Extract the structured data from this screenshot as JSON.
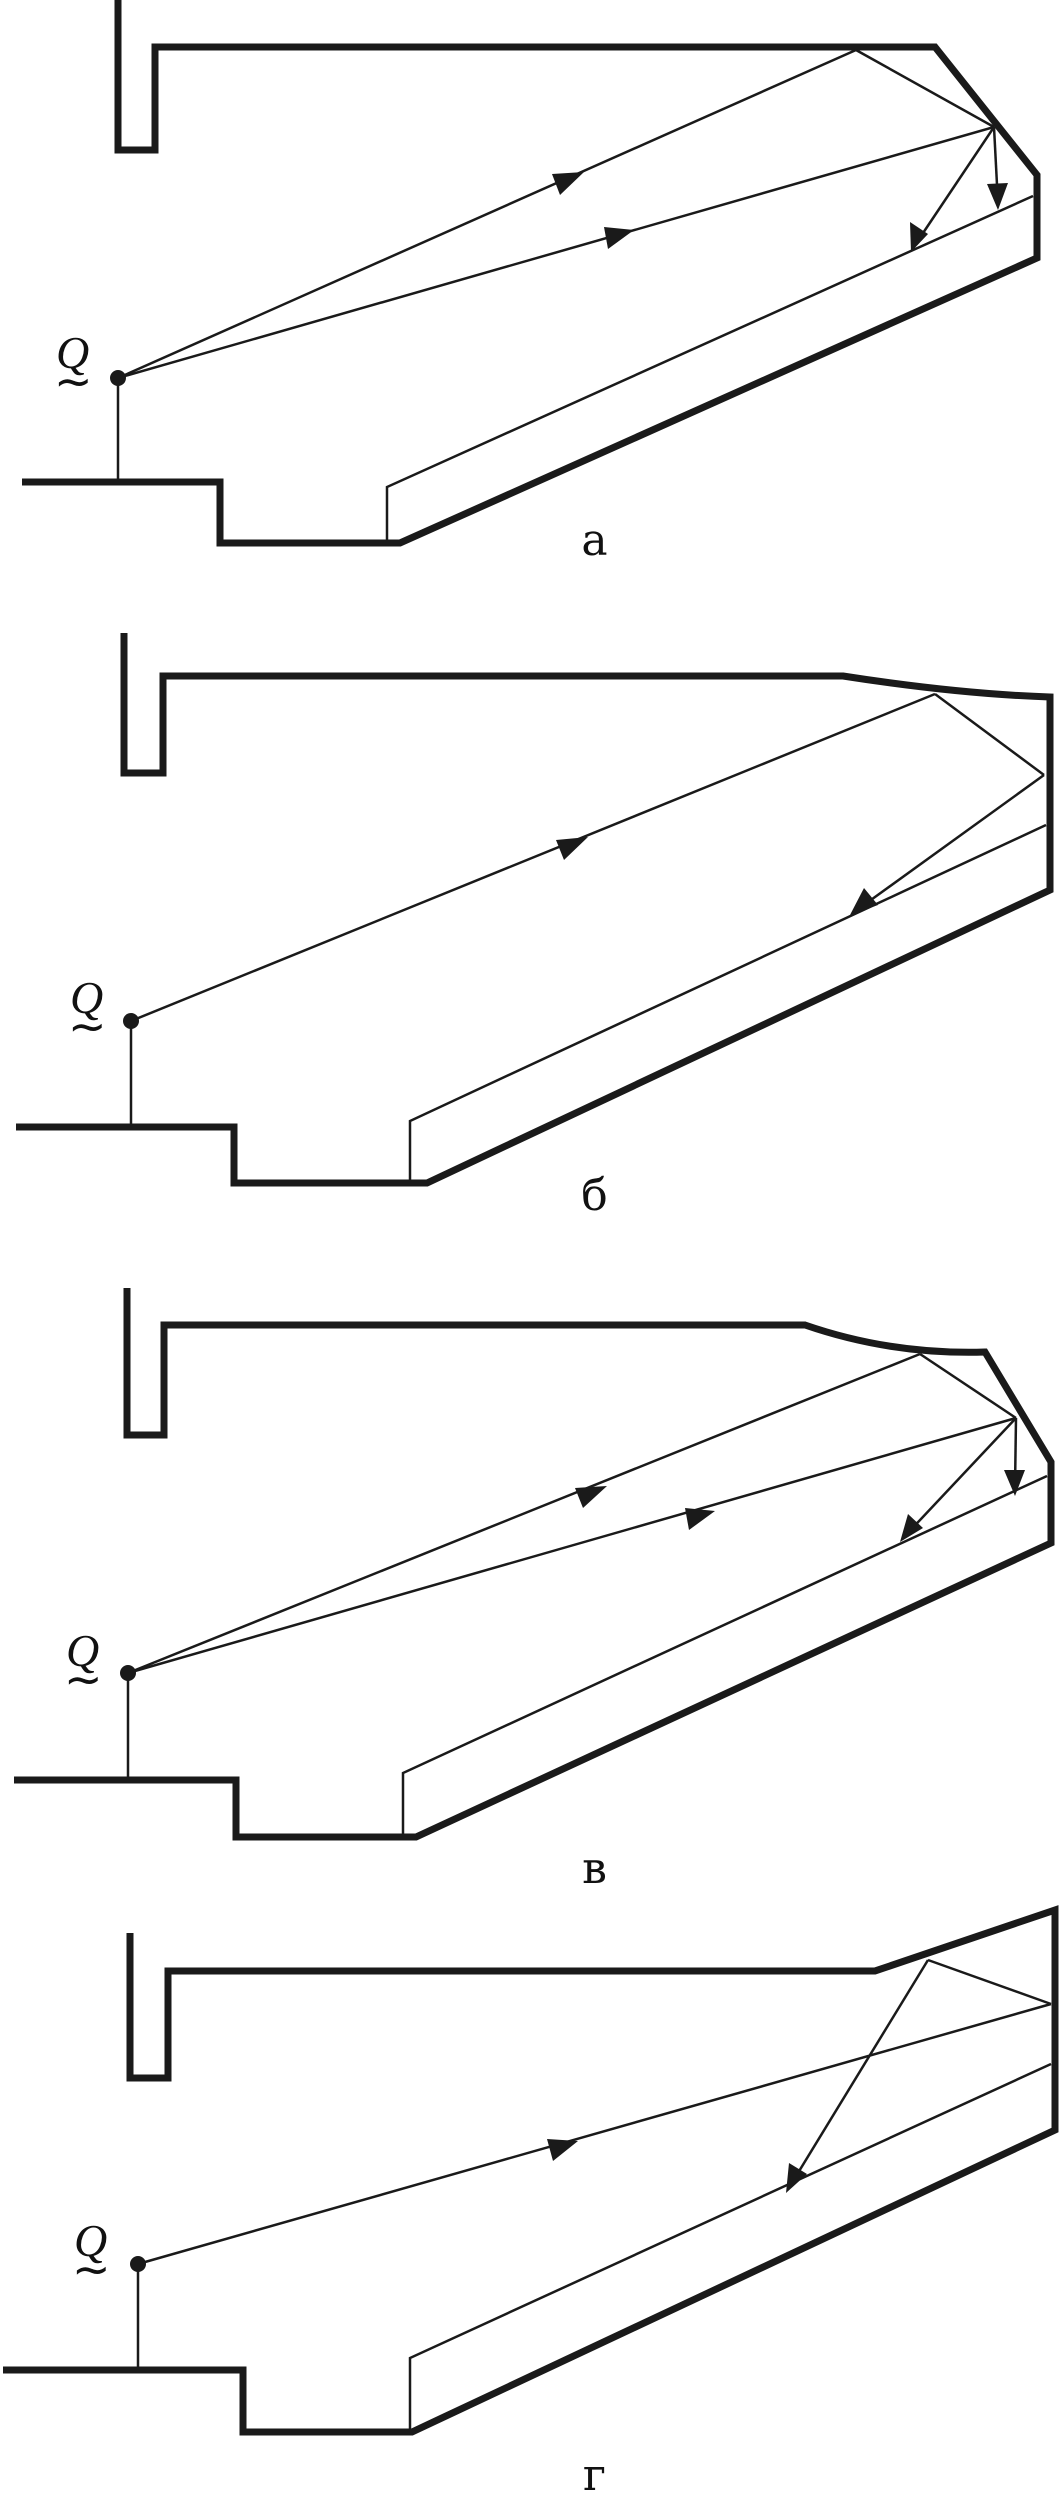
{
  "panels": [
    {
      "caption": "а",
      "source_label": "Q",
      "source_symbol": "~"
    },
    {
      "caption": "б",
      "source_label": "Q",
      "source_symbol": "~"
    },
    {
      "caption": "в",
      "source_label": "Q",
      "source_symbol": "~"
    },
    {
      "caption": "г",
      "source_label": "Q",
      "source_symbol": "~"
    }
  ],
  "colors": {
    "line": "#1a1a1a",
    "background": "#ffffff"
  }
}
